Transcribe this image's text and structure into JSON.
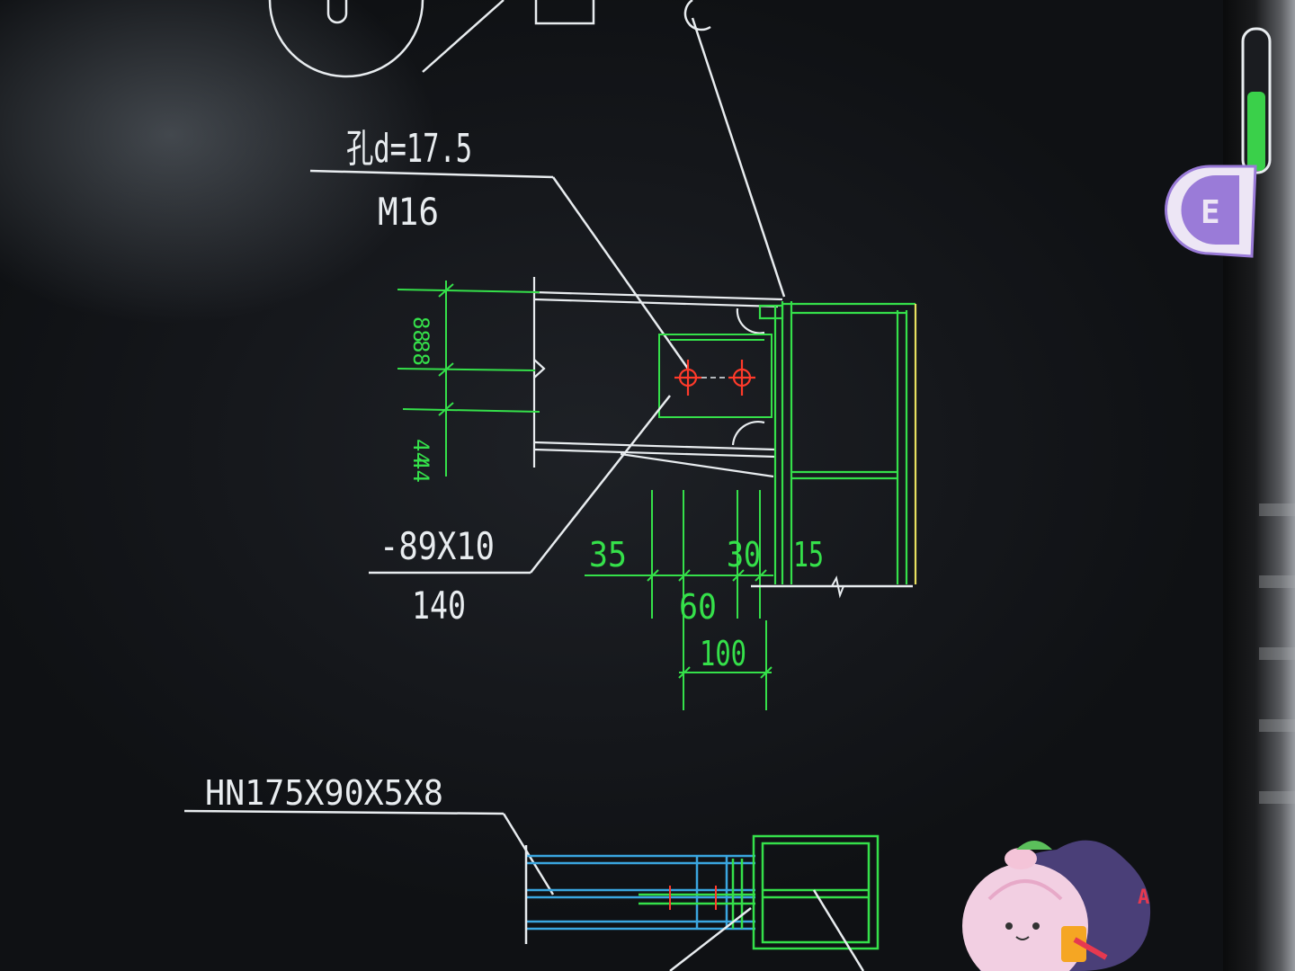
{
  "drawing": {
    "hole_label": "孔d=17.5",
    "bolt_label": "M16",
    "plate_label": "-89X10",
    "plate_length": "140",
    "section_label": "HN175X90X5X8",
    "dim_88_top": "88",
    "dim_88_bottom": "88",
    "dim_44_top": "44",
    "dim_44_bottom": "44",
    "dim_35": "35",
    "dim_30": "30",
    "dim_15": "15",
    "dim_60": "60",
    "dim_100": "100"
  },
  "ui": {
    "side_tab_icon": "E",
    "sticker_letter": "A"
  },
  "colors": {
    "background": "#15171b",
    "cad_white": "#e8ecef",
    "cad_green": "#35e04a",
    "cad_red": "#ff3a2a",
    "cad_blue": "#3aa6e0",
    "tab_purple": "#9a7bd8",
    "progress_green": "#3ad04a"
  }
}
